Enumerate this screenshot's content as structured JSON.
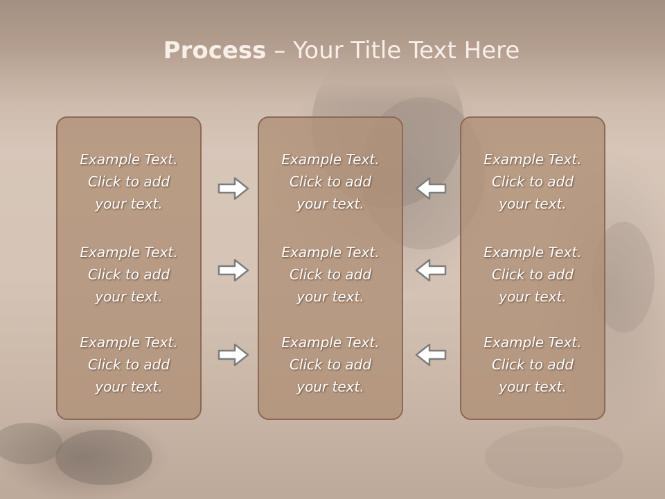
{
  "slide": {
    "title_bold": "Process",
    "title_dash": " – ",
    "title_rest": "Your Title Text Here",
    "columns": [
      {
        "items": [
          "Example Text.\nClick  to add\nyour text.",
          "Example Text.\nClick  to add\nyour text.",
          "Example Text.\nClick  to add\nyour text."
        ]
      },
      {
        "items": [
          "Example Text.\nClick  to add\nyour text.",
          "Example Text.\nClick  to add\nyour text.",
          "Example Text.\nClick  to add\nyour text."
        ]
      },
      {
        "items": [
          "Example Text.\nClick  to add\nyour text.",
          "Example Text.\nClick  to add\nyour text.",
          "Example Text.\nClick  to add\nyour text."
        ]
      }
    ],
    "arrows": {
      "left_side": [
        "right-arrow-icon",
        "right-arrow-icon",
        "right-arrow-icon"
      ],
      "right_side": [
        "left-arrow-icon",
        "left-arrow-icon",
        "left-arrow-icon"
      ]
    },
    "colors": {
      "header": "#7b6352",
      "box_fill": "#af8f76",
      "box_border": "#8a6a55",
      "text": "#ffffff"
    }
  }
}
